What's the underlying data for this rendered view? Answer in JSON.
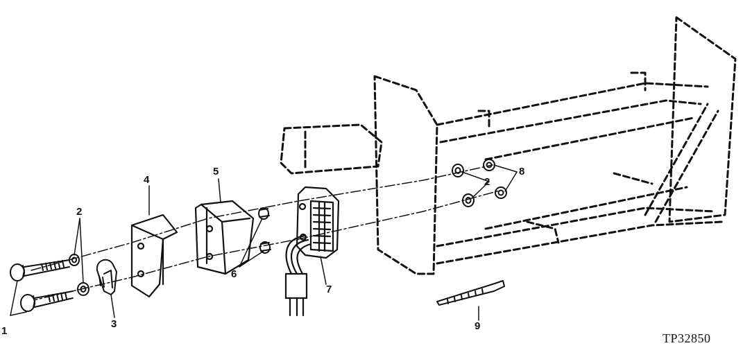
{
  "callouts": {
    "c1": "1",
    "c2a": "2",
    "c2b": "2",
    "c3": "3",
    "c4": "4",
    "c5": "5",
    "c6": "6",
    "c7": "7",
    "c8": "8",
    "c9": "9"
  },
  "figure_id": "TP32850",
  "colors": {
    "ink": "#111111",
    "background": "#ffffff"
  }
}
